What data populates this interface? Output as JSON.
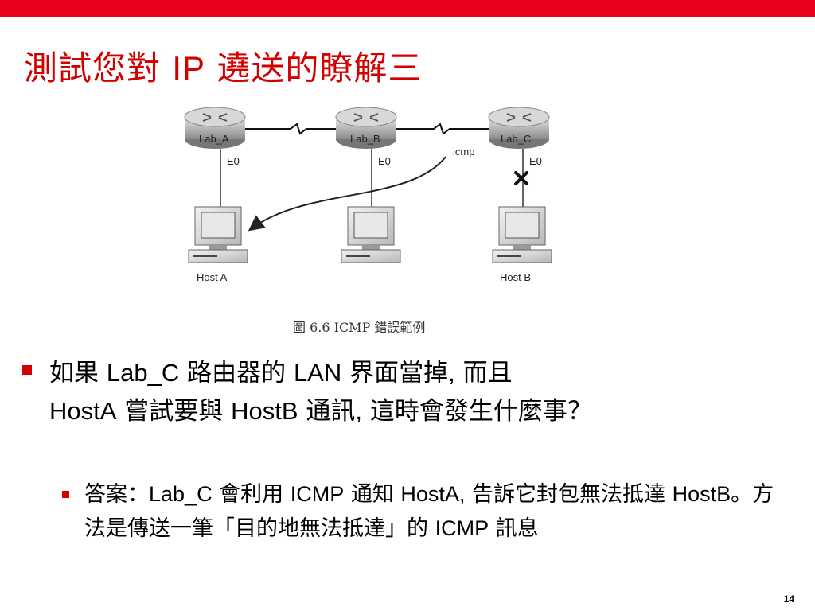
{
  "title": {
    "part1": "測試您對 ",
    "part2": "IP",
    "part3": " 遶送的瞭解三"
  },
  "figure": {
    "routers": [
      "Lab_A",
      "Lab_B",
      "Lab_C"
    ],
    "interface_label": "E0",
    "icmp_label": "icmp",
    "hosts": [
      "Host A",
      "Host B"
    ],
    "caption": "圖 6.6 ICMP 錯誤範例"
  },
  "bullet1": {
    "t1": "如果 ",
    "t2": "Lab_C",
    "t3": " 路由器的 ",
    "t4": "LAN",
    "t5": " 界面當掉",
    "t6": ",",
    "t7": " 而且",
    "t8": "HostA",
    "t9": " 嘗試要與 ",
    "t10": "HostB",
    "t11": " 通訊",
    "t12": ",",
    "t13": " 這時會發生什麼事？"
  },
  "bullet2": {
    "t1": "答案：",
    "t2": "Lab_C",
    "t3": " 會利用 ",
    "t4": "ICMP",
    "t5": " 通知 ",
    "t6": "HostA,",
    "t7": " 告訴它封包無法抵達 ",
    "t8": "HostB",
    "t9": "。方法是傳送一筆「目的地無法抵達」的 ",
    "t10": "ICMP",
    "t11": " 訊息"
  },
  "page_number": "14",
  "colors": {
    "accent": "#d40000",
    "top_bar": "#e8001b"
  }
}
